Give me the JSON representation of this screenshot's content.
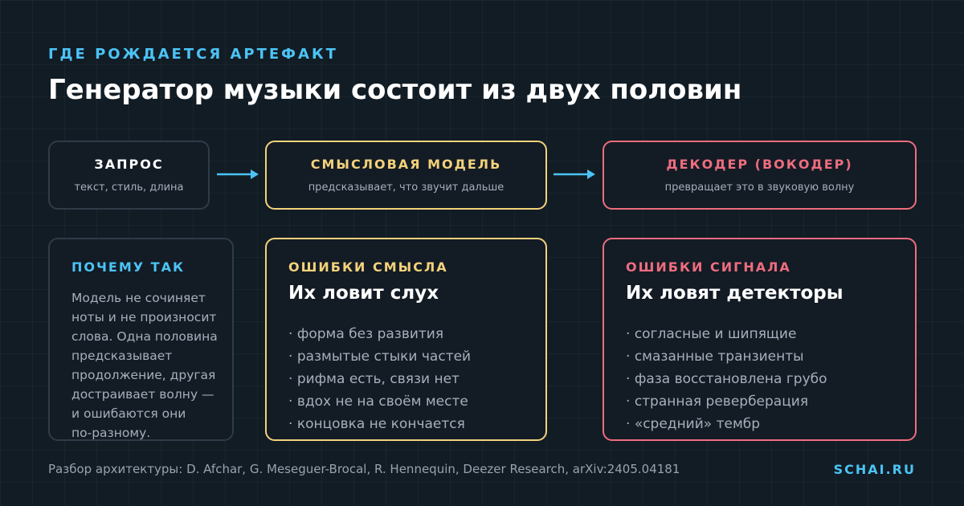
{
  "header": {
    "eyebrow": "ГДЕ РОЖДАЕТСЯ АРТЕФАКТ",
    "title": "Генератор музыки состоит из двух половин"
  },
  "pipeline": [
    {
      "title": "ЗАПРОС",
      "desc": "текст, стиль, длина"
    },
    {
      "title": "СМЫСЛОВАЯ МОДЕЛЬ",
      "desc": "предсказывает, что звучит дальше"
    },
    {
      "title": "ДЕКОДЕР (ВОКОДЕР)",
      "desc": "превращает это в звуковую волну"
    }
  ],
  "why": {
    "eyebrow": "ПОЧЕМУ ТАК",
    "lines": [
      "Модель не сочиняет",
      "ноты и не произносит",
      "слова. Одна половина",
      "предсказывает",
      "продолжение, другая",
      "достраивает волну —",
      "и ошибаются они",
      "по-разному."
    ]
  },
  "meaning_errors": {
    "eyebrow": "ОШИБКИ СМЫСЛА",
    "heading": "Их ловит слух",
    "items": [
      "форма без развития",
      "размытые стыки частей",
      "рифма есть, связи нет",
      "вдох не на своём месте",
      "концовка не кончается"
    ]
  },
  "signal_errors": {
    "eyebrow": "ОШИБКИ СИГНАЛА",
    "heading": "Их ловят детекторы",
    "items": [
      "согласные и шипящие",
      "смазанные транзиенты",
      "фаза восстановлена грубо",
      "странная реверберация",
      "«средний» тембр"
    ]
  },
  "footer": {
    "source": "Разбор архитектуры: D. Afchar, G. Meseguer-Brocal, R. Hennequin, Deezer Research, arXiv:2405.04181",
    "brand": "SCHAI.RU"
  },
  "colors": {
    "accent_blue": "#4cc3f5",
    "accent_yellow": "#f3d27a",
    "accent_red": "#ee6d7e"
  }
}
